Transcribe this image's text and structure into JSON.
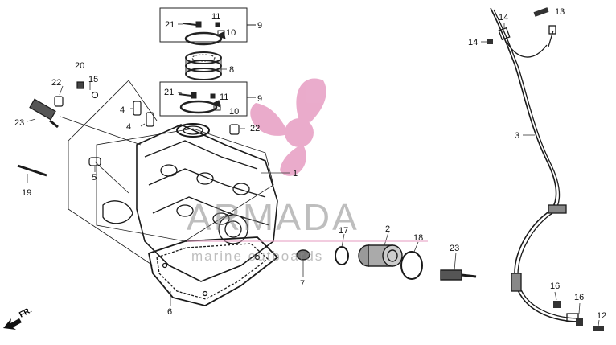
{
  "callouts": {
    "n1": "1",
    "n2": "2",
    "n3": "3",
    "n4a": "4",
    "n4b": "4",
    "n5": "5",
    "n6": "6",
    "n7": "7",
    "n8": "8",
    "n9a": "9",
    "n9b": "9",
    "n10a": "10",
    "n10b": "10",
    "n11a": "11",
    "n11b": "11",
    "n12": "12",
    "n13": "13",
    "n14a": "14",
    "n14b": "14",
    "n15": "15",
    "n16a": "16",
    "n16b": "16",
    "n17": "17",
    "n18": "18",
    "n19": "19",
    "n20": "20",
    "n21a": "21",
    "n21b": "21",
    "n22a": "22",
    "n22b": "22",
    "n23a": "23",
    "n23b": "23"
  },
  "direction_label": "FR.",
  "watermark": {
    "brand": "ARMADA",
    "tagline": "marine outboards",
    "logo_color": "#e8a3c6",
    "text_color": "#8a8a8a"
  }
}
